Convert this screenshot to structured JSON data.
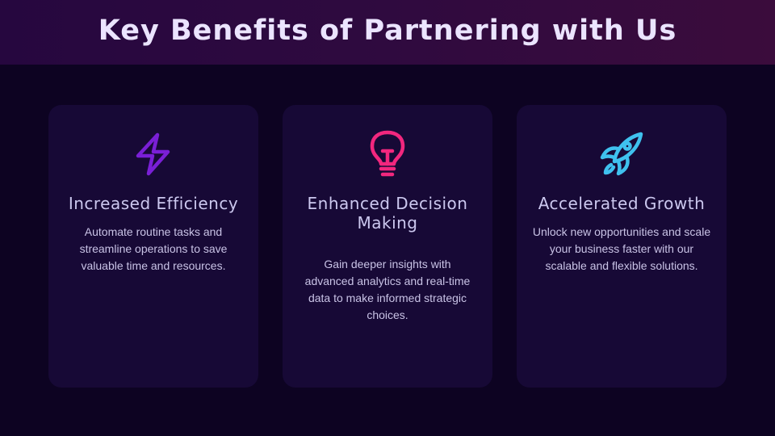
{
  "header": {
    "title": "Key Benefits of Partnering with Us"
  },
  "colors": {
    "background": "#0d0322",
    "card": "#170936",
    "header_gradient_start": "#26073f",
    "header_gradient_end": "#3b0c3c",
    "accent_purple": "#7a1fd6",
    "accent_pink": "#f2277e",
    "accent_cyan": "#3fc1ee"
  },
  "cards": [
    {
      "icon": "lightning-bolt-icon",
      "icon_color": "#7a1fd6",
      "title": "Increased Efficiency",
      "description": "Automate routine tasks and streamline operations to save valuable time and resources."
    },
    {
      "icon": "lightbulb-icon",
      "icon_color": "#f2277e",
      "title": "Enhanced Decision Making",
      "description": "Gain deeper insights with advanced analytics and real-time data to make informed strategic choices."
    },
    {
      "icon": "rocket-icon",
      "icon_color": "#3fc1ee",
      "title": "Accelerated Growth",
      "description": "Unlock new opportunities and scale your business faster with our scalable and flexible solutions."
    }
  ]
}
